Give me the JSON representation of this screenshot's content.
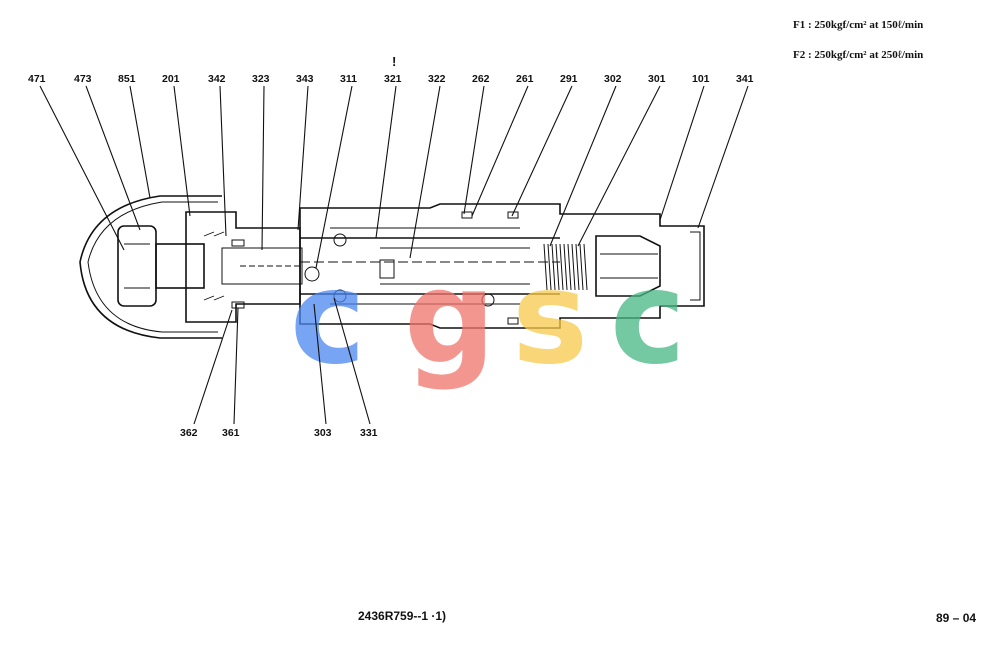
{
  "specs": {
    "f1": "F1 :  250kgf/cm²  at  150ℓ/min",
    "f2": "F2 :  250kgf/cm²  at  250ℓ/min"
  },
  "mark": "!",
  "part_labels_top": [
    "471",
    "473",
    "851",
    "201",
    "342",
    "323",
    "343",
    "311",
    "321",
    "322",
    "262",
    "261",
    "291",
    "302",
    "301",
    "101",
    "341"
  ],
  "part_labels_bottom": [
    "362",
    "361",
    "303",
    "331"
  ],
  "watermark": {
    "letters": [
      "c",
      "g",
      "s",
      "c"
    ],
    "colors": [
      "#4a86f0",
      "#f0746b",
      "#f7c94a",
      "#46b784"
    ]
  },
  "footer": {
    "drawing_no": "2436R759--1 ·1)",
    "page_no": "89 – 04"
  }
}
